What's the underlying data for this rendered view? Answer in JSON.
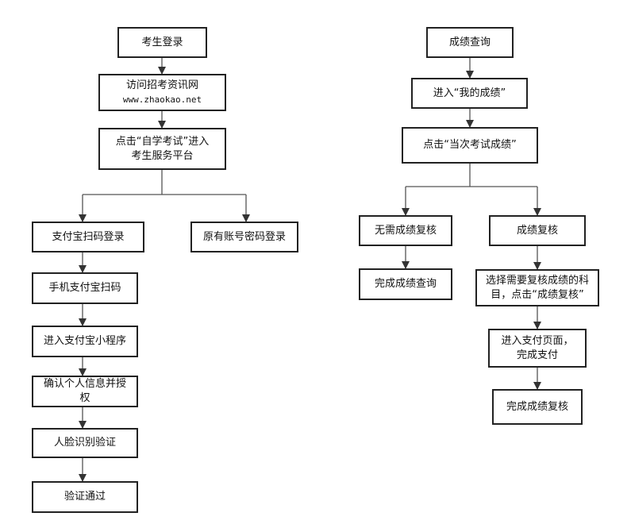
{
  "left_flow": {
    "login": "考生登录",
    "visit_line1": "访问招考资讯网",
    "visit_line2": "www.zhaokao.net",
    "enter_line1": "点击“自学考试”进入",
    "enter_line2": "考生服务平台",
    "alipay_login": "支付宝扫码登录",
    "password_login": "原有账号密码登录",
    "phone_scan": "手机支付宝扫码",
    "mini_program": "进入支付宝小程序",
    "confirm_line1": "确认个人信息并授",
    "confirm_line2": "权",
    "face_verify": "人脸识别验证",
    "verify_pass": "验证通过"
  },
  "right_flow": {
    "query": "成绩查询",
    "my_scores": "进入“我的成绩”",
    "current_exam": "点击“当次考试成绩”",
    "no_review": "无需成绩复核",
    "review": "成绩复核",
    "finish_query": "完成成绩查询",
    "choose_line1": "选择需要复核成绩的科",
    "choose_line2": "目，点击“成绩复核”",
    "pay_line1": "进入支付页面，",
    "pay_line2": "完成支付",
    "finish_review": "完成成绩复核"
  },
  "colors": {
    "stroke": "#222222",
    "background": "#ffffff",
    "text": "#111111"
  }
}
